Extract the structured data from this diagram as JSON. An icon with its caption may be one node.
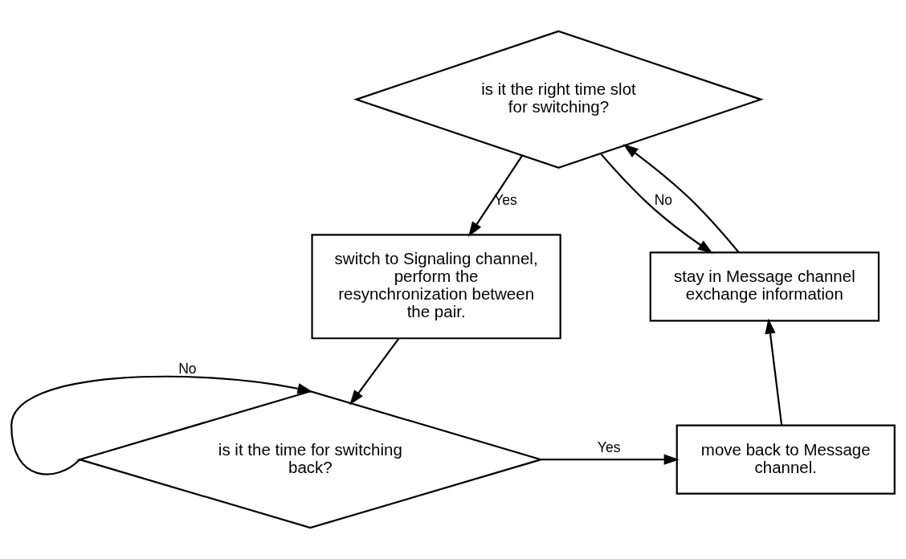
{
  "diagram": {
    "nodes": [
      {
        "text": [
          "is it the right time slot for switching?"
        ]
      },
      {
        "text": [
          "switch to Signaling channel, perform the resynchronization between the pair."
        ]
      },
      {
        "text": [
          "stay in Message channel exchange information"
        ]
      },
      {
        "text": [
          "is it the time for switching back?"
        ]
      },
      {
        "text": [
          "move back to Message channel."
        ]
      }
    ],
    "edges": [
      {
        "from": 0,
        "to": 1,
        "arrow": "to",
        "label": "Yes"
      },
      {
        "from": 0,
        "to": 2,
        "arrow": "to",
        "label": "No"
      },
      {
        "from": 2,
        "to": 0,
        "arrow": "to"
      },
      {
        "from": 1,
        "to": 3,
        "arrow": "to"
      },
      {
        "from": 3,
        "to": 3,
        "arrow": "to",
        "label": "No"
      },
      {
        "from": 3,
        "to": 4,
        "arrow": "to",
        "label": "Yes"
      },
      {
        "from": 4,
        "to": 2,
        "arrow": "to"
      }
    ]
  }
}
